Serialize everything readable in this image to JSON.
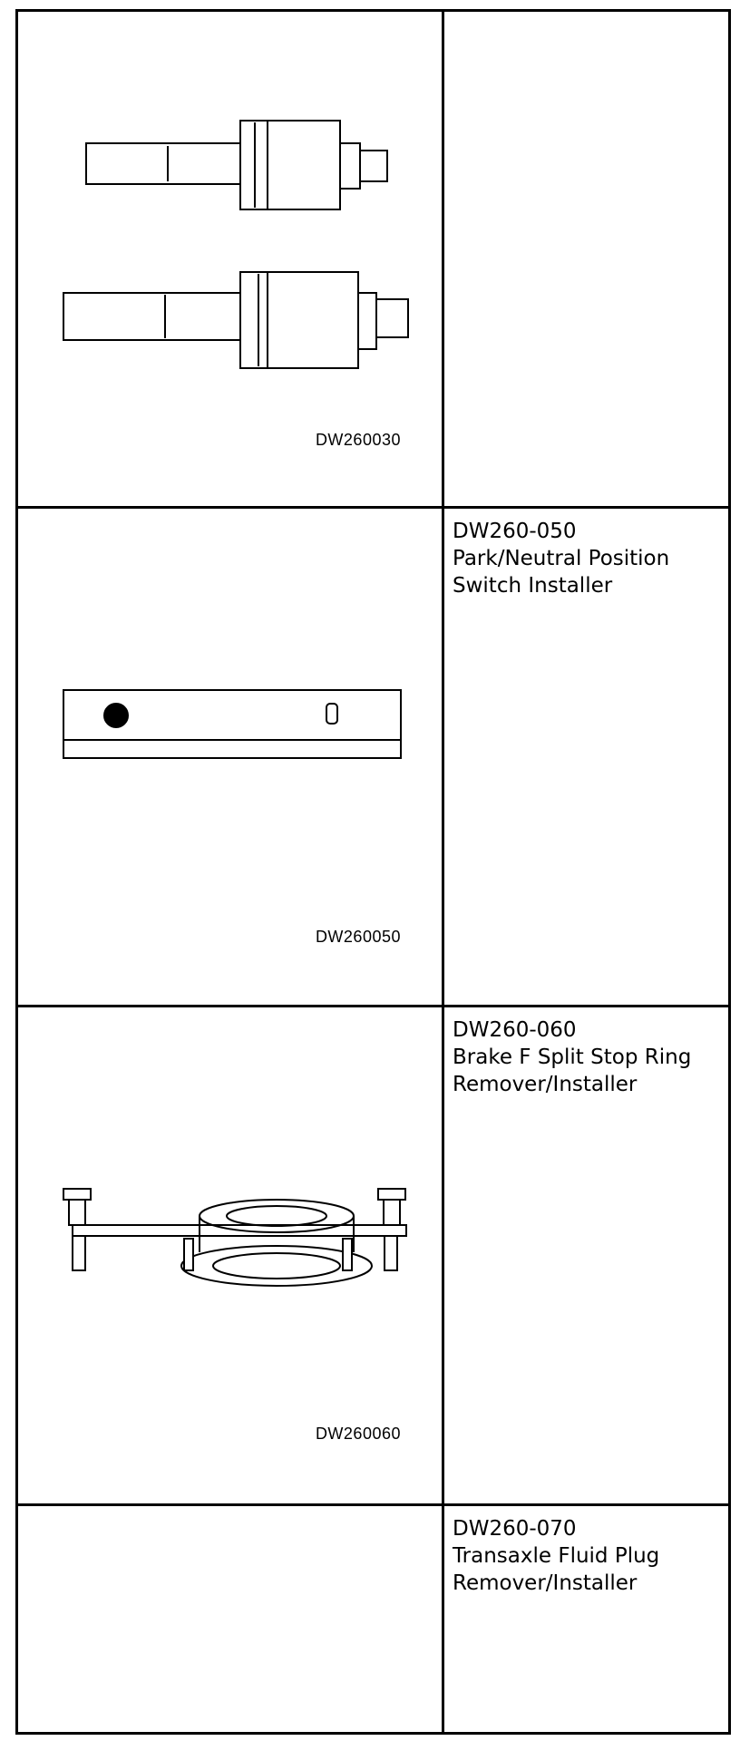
{
  "rows": [
    {
      "image_code": "DW260030",
      "tool_number": "",
      "tool_name_line1": "",
      "tool_name_line2": ""
    },
    {
      "image_code": "DW260050",
      "tool_number": "DW260-050",
      "tool_name_line1": "Park/Neutral Position",
      "tool_name_line2": "Switch Installer"
    },
    {
      "image_code": "DW260060",
      "tool_number": "DW260-060",
      "tool_name_line1": "Brake F Split Stop Ring",
      "tool_name_line2": "Remover/Installer"
    },
    {
      "image_code": "",
      "tool_number": "DW260-070",
      "tool_name_line1": "Transaxle Fluid Plug",
      "tool_name_line2": "Remover/Installer"
    }
  ]
}
